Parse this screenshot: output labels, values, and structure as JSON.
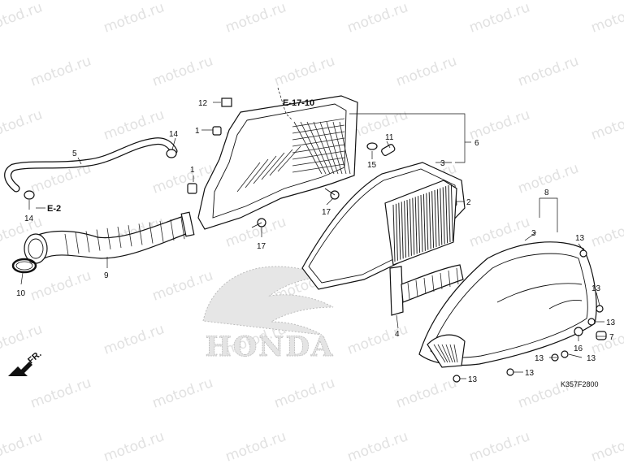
{
  "watermark": "motod.ru",
  "diagram_code": "K357F2800",
  "references": {
    "e1710": "E-17-10",
    "e2": "E-2"
  },
  "direction_label": "FR.",
  "logo_text": "HONDA",
  "callouts": {
    "c1a": "1",
    "c1b": "1",
    "c2": "2",
    "c3a": "3",
    "c3b": "3",
    "c4": "4",
    "c5": "5",
    "c6": "6",
    "c7": "7",
    "c8": "8",
    "c9": "9",
    "c10": "10",
    "c11": "11",
    "c12": "12",
    "c13a": "13",
    "c13b": "13",
    "c13c": "13",
    "c13d": "13",
    "c13e": "13",
    "c13f": "13",
    "c13g": "13",
    "c14a": "14",
    "c14b": "14",
    "c15": "15",
    "c16": "16",
    "c17a": "17",
    "c17b": "17"
  }
}
